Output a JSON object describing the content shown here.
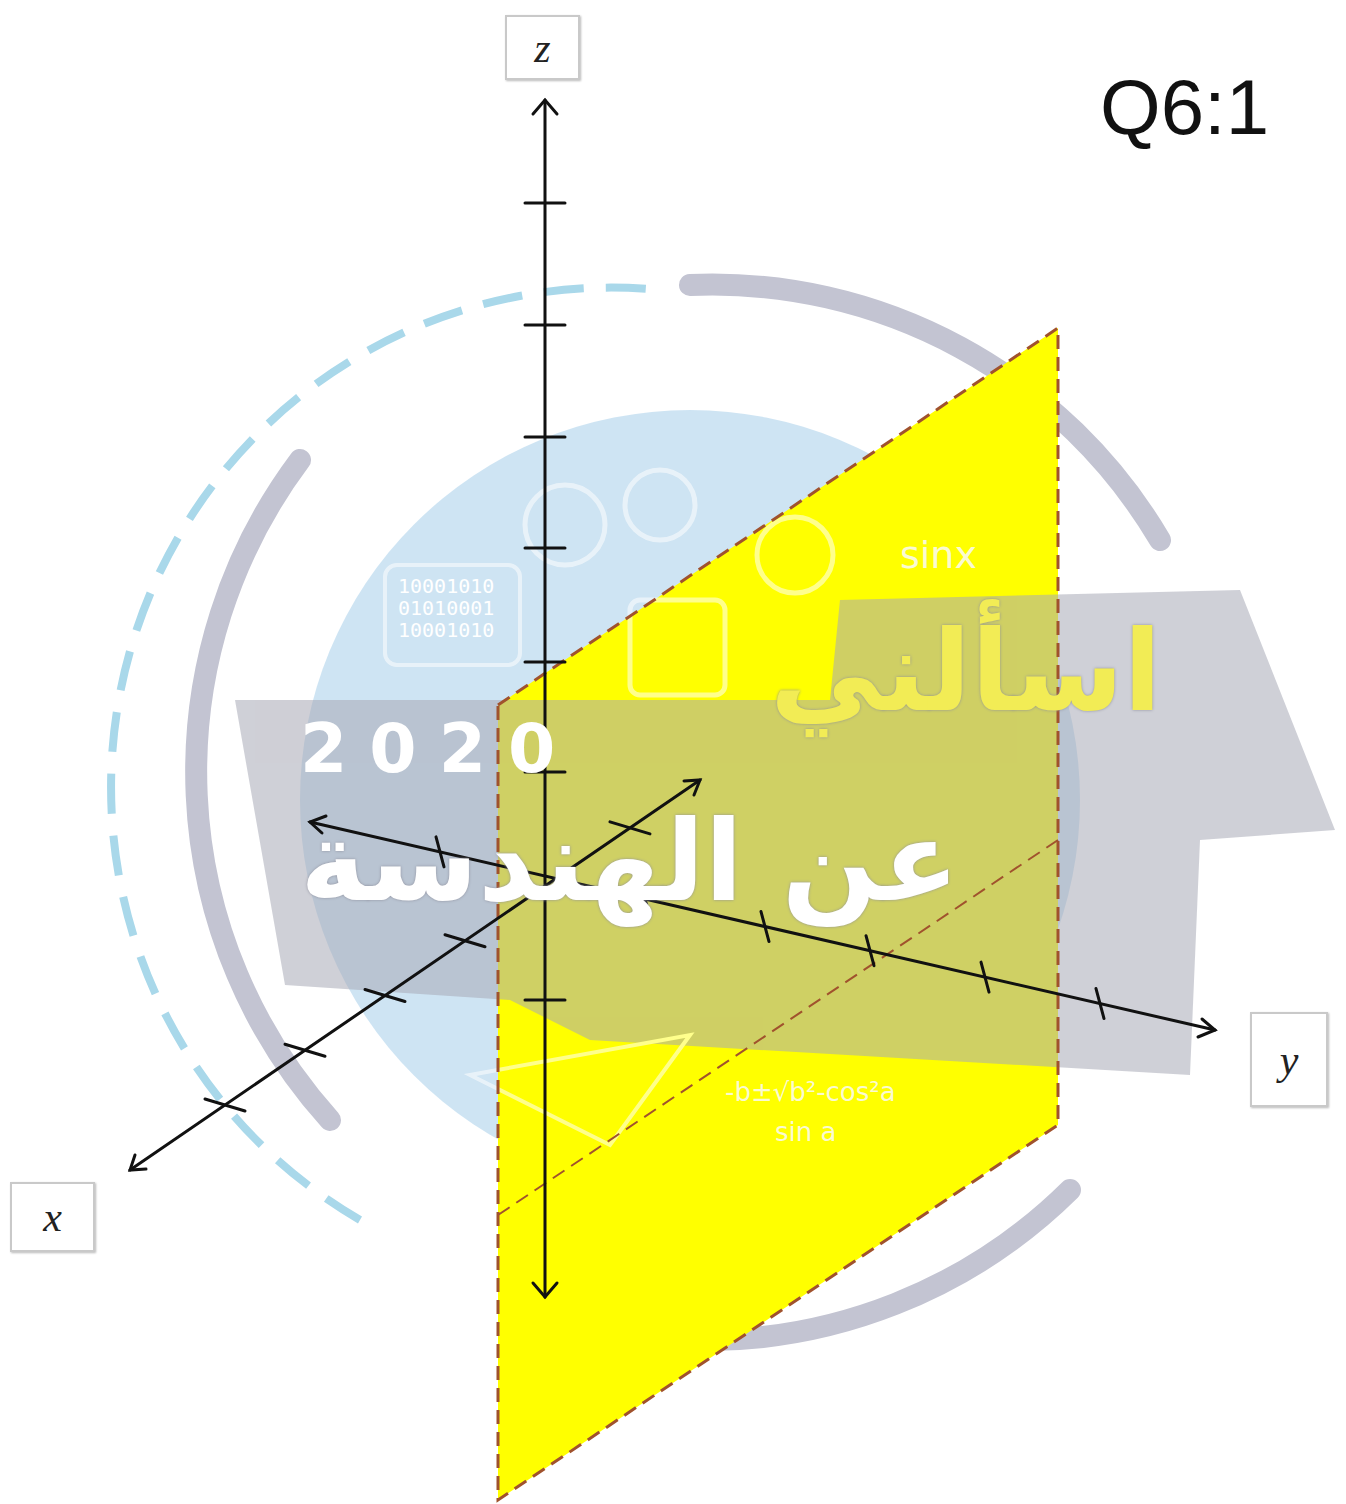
{
  "diagram": {
    "nodes": [
      {
        "text": [
          "z"
        ]
      },
      {
        "text": [
          "x"
        ]
      },
      {
        "text": [
          "y"
        ]
      }
    ],
    "labels": [
      "Q6:1",
      "2020",
      "اسألني",
      "عن الهندسة",
      "10001010 01010001 10001010",
      "sinx",
      "-b±√b²-cos²a",
      "sin a"
    ]
  }
}
